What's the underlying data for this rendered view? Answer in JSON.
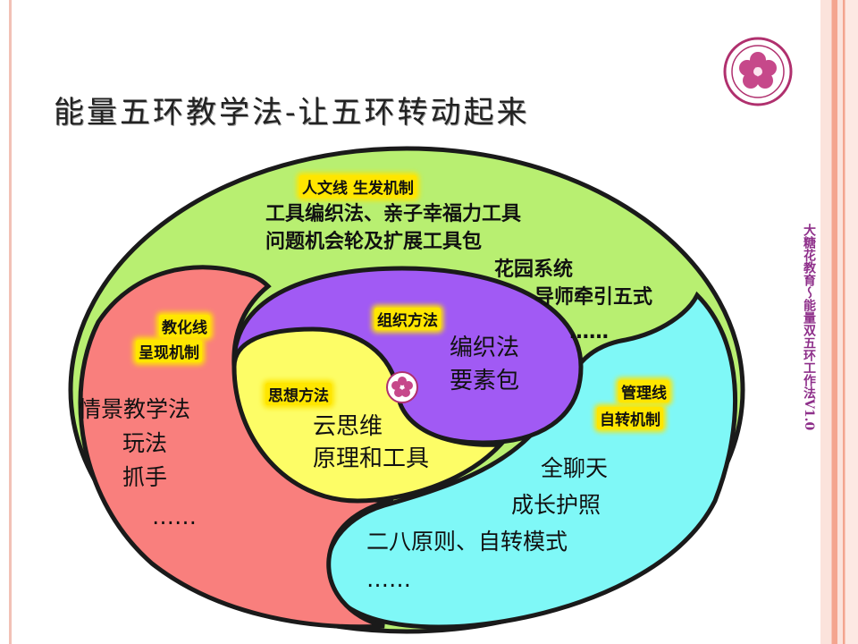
{
  "title": "能量五环教学法-让五环转动起来",
  "side_caption": "大糖花教育～能量双五环工作法V1.0",
  "colors": {
    "outer_ring": "#1a1a1a",
    "green_zone": "#b8ef71",
    "red_zone": "#f97f7d",
    "cyan_zone": "#7ff8f7",
    "purple_zone": "#a15af4",
    "yellow_zone": "#fdfd66",
    "highlight": "#ffe600",
    "accent_purple": "#8e2f8a"
  },
  "logo_icon": "flower-seal-icon",
  "zones": {
    "green": {
      "heading": "人文线 生发机制",
      "lines": [
        "工具编织法、亲子幸福力工具",
        "问题机会轮及扩展工具包"
      ],
      "sub_lines": [
        "花园系统",
        "导师牵引五式",
        "……"
      ]
    },
    "red": {
      "heading_line1": "教化线",
      "heading_line2": "呈现机制",
      "lines": [
        "情景教学法",
        "玩法",
        "抓手",
        "……"
      ]
    },
    "cyan": {
      "heading_line1": "管理线",
      "heading_line2": "自转机制",
      "lines": [
        "全聊天",
        "成长护照",
        "二八原则、自转模式",
        "……"
      ]
    },
    "purple": {
      "heading": "组织方法",
      "lines": [
        "编织法",
        "要素包"
      ]
    },
    "yellow": {
      "heading": "思想方法",
      "lines": [
        "云思维",
        "原理和工具"
      ]
    }
  }
}
